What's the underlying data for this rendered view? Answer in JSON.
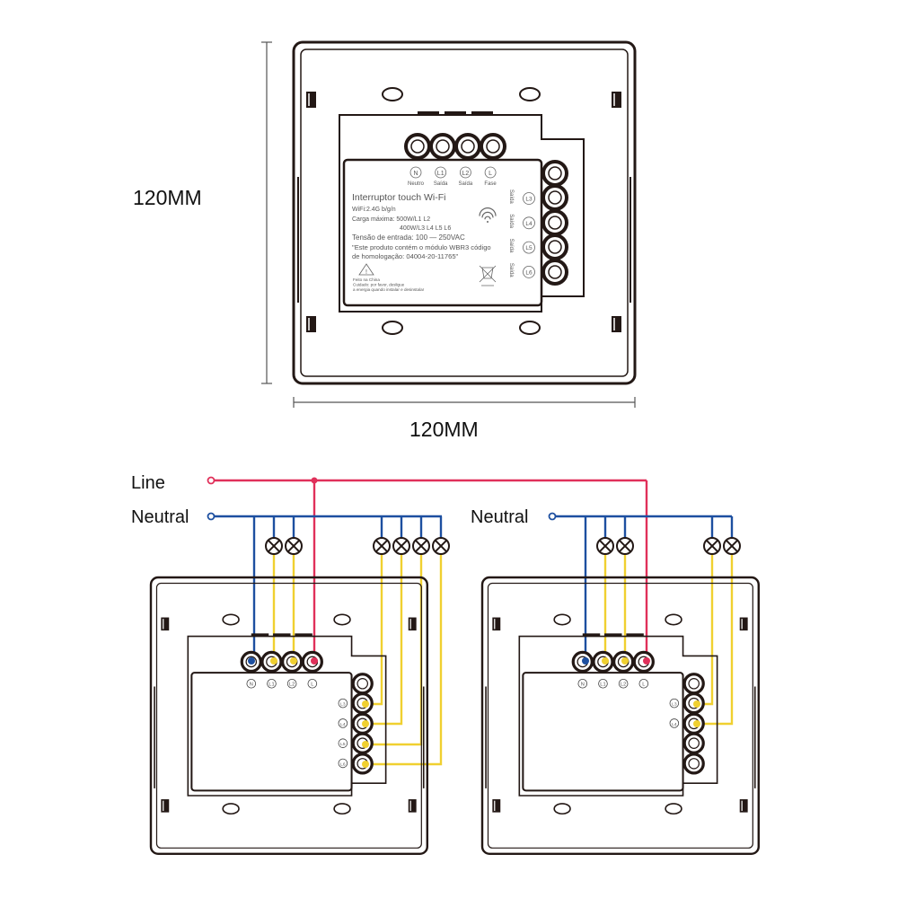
{
  "dimensions": {
    "height_label": "120MM",
    "width_label": "120MM"
  },
  "product_label": {
    "terminals_top": [
      {
        "id": "N",
        "name": "Neutro"
      },
      {
        "id": "L1",
        "name": "Saída"
      },
      {
        "id": "L2",
        "name": "Saída"
      },
      {
        "id": "L",
        "name": "Fase"
      }
    ],
    "terminals_right": [
      {
        "id": "L3",
        "name": "Saída"
      },
      {
        "id": "L4",
        "name": "Saída"
      },
      {
        "id": "L5",
        "name": "Saída"
      },
      {
        "id": "L6",
        "name": "Saída"
      }
    ],
    "title": "Interruptor touch Wi-Fi",
    "lines": [
      "WiFi:2.4G b/g/n",
      "Carga máxima: 500W/L1 L2",
      "400W/L3 L4 L5 L6",
      "Tensão de entrada: 100 — 250VAC",
      "\"Este produto contém o módulo WBR3 código",
      "de homologação: 04004-20-11765\""
    ],
    "footer": [
      "Feito na China",
      "Cuidado: por favor, desligue",
      "a energia quando instalar e desinstalar"
    ]
  },
  "wiring": {
    "line_label": "Line",
    "neutral_label": "Neutral",
    "colors": {
      "line": "#e0305a",
      "neutral": "#1d4fa0",
      "load": "#f0d030",
      "outline": "#231815"
    },
    "switch_6gang_terminals": [
      "N",
      "L1",
      "L2",
      "L",
      "L3",
      "L4",
      "L5",
      "L6"
    ],
    "switch_4gang_terminals": [
      "N",
      "L1",
      "L2",
      "L",
      "L3",
      "L4"
    ]
  }
}
